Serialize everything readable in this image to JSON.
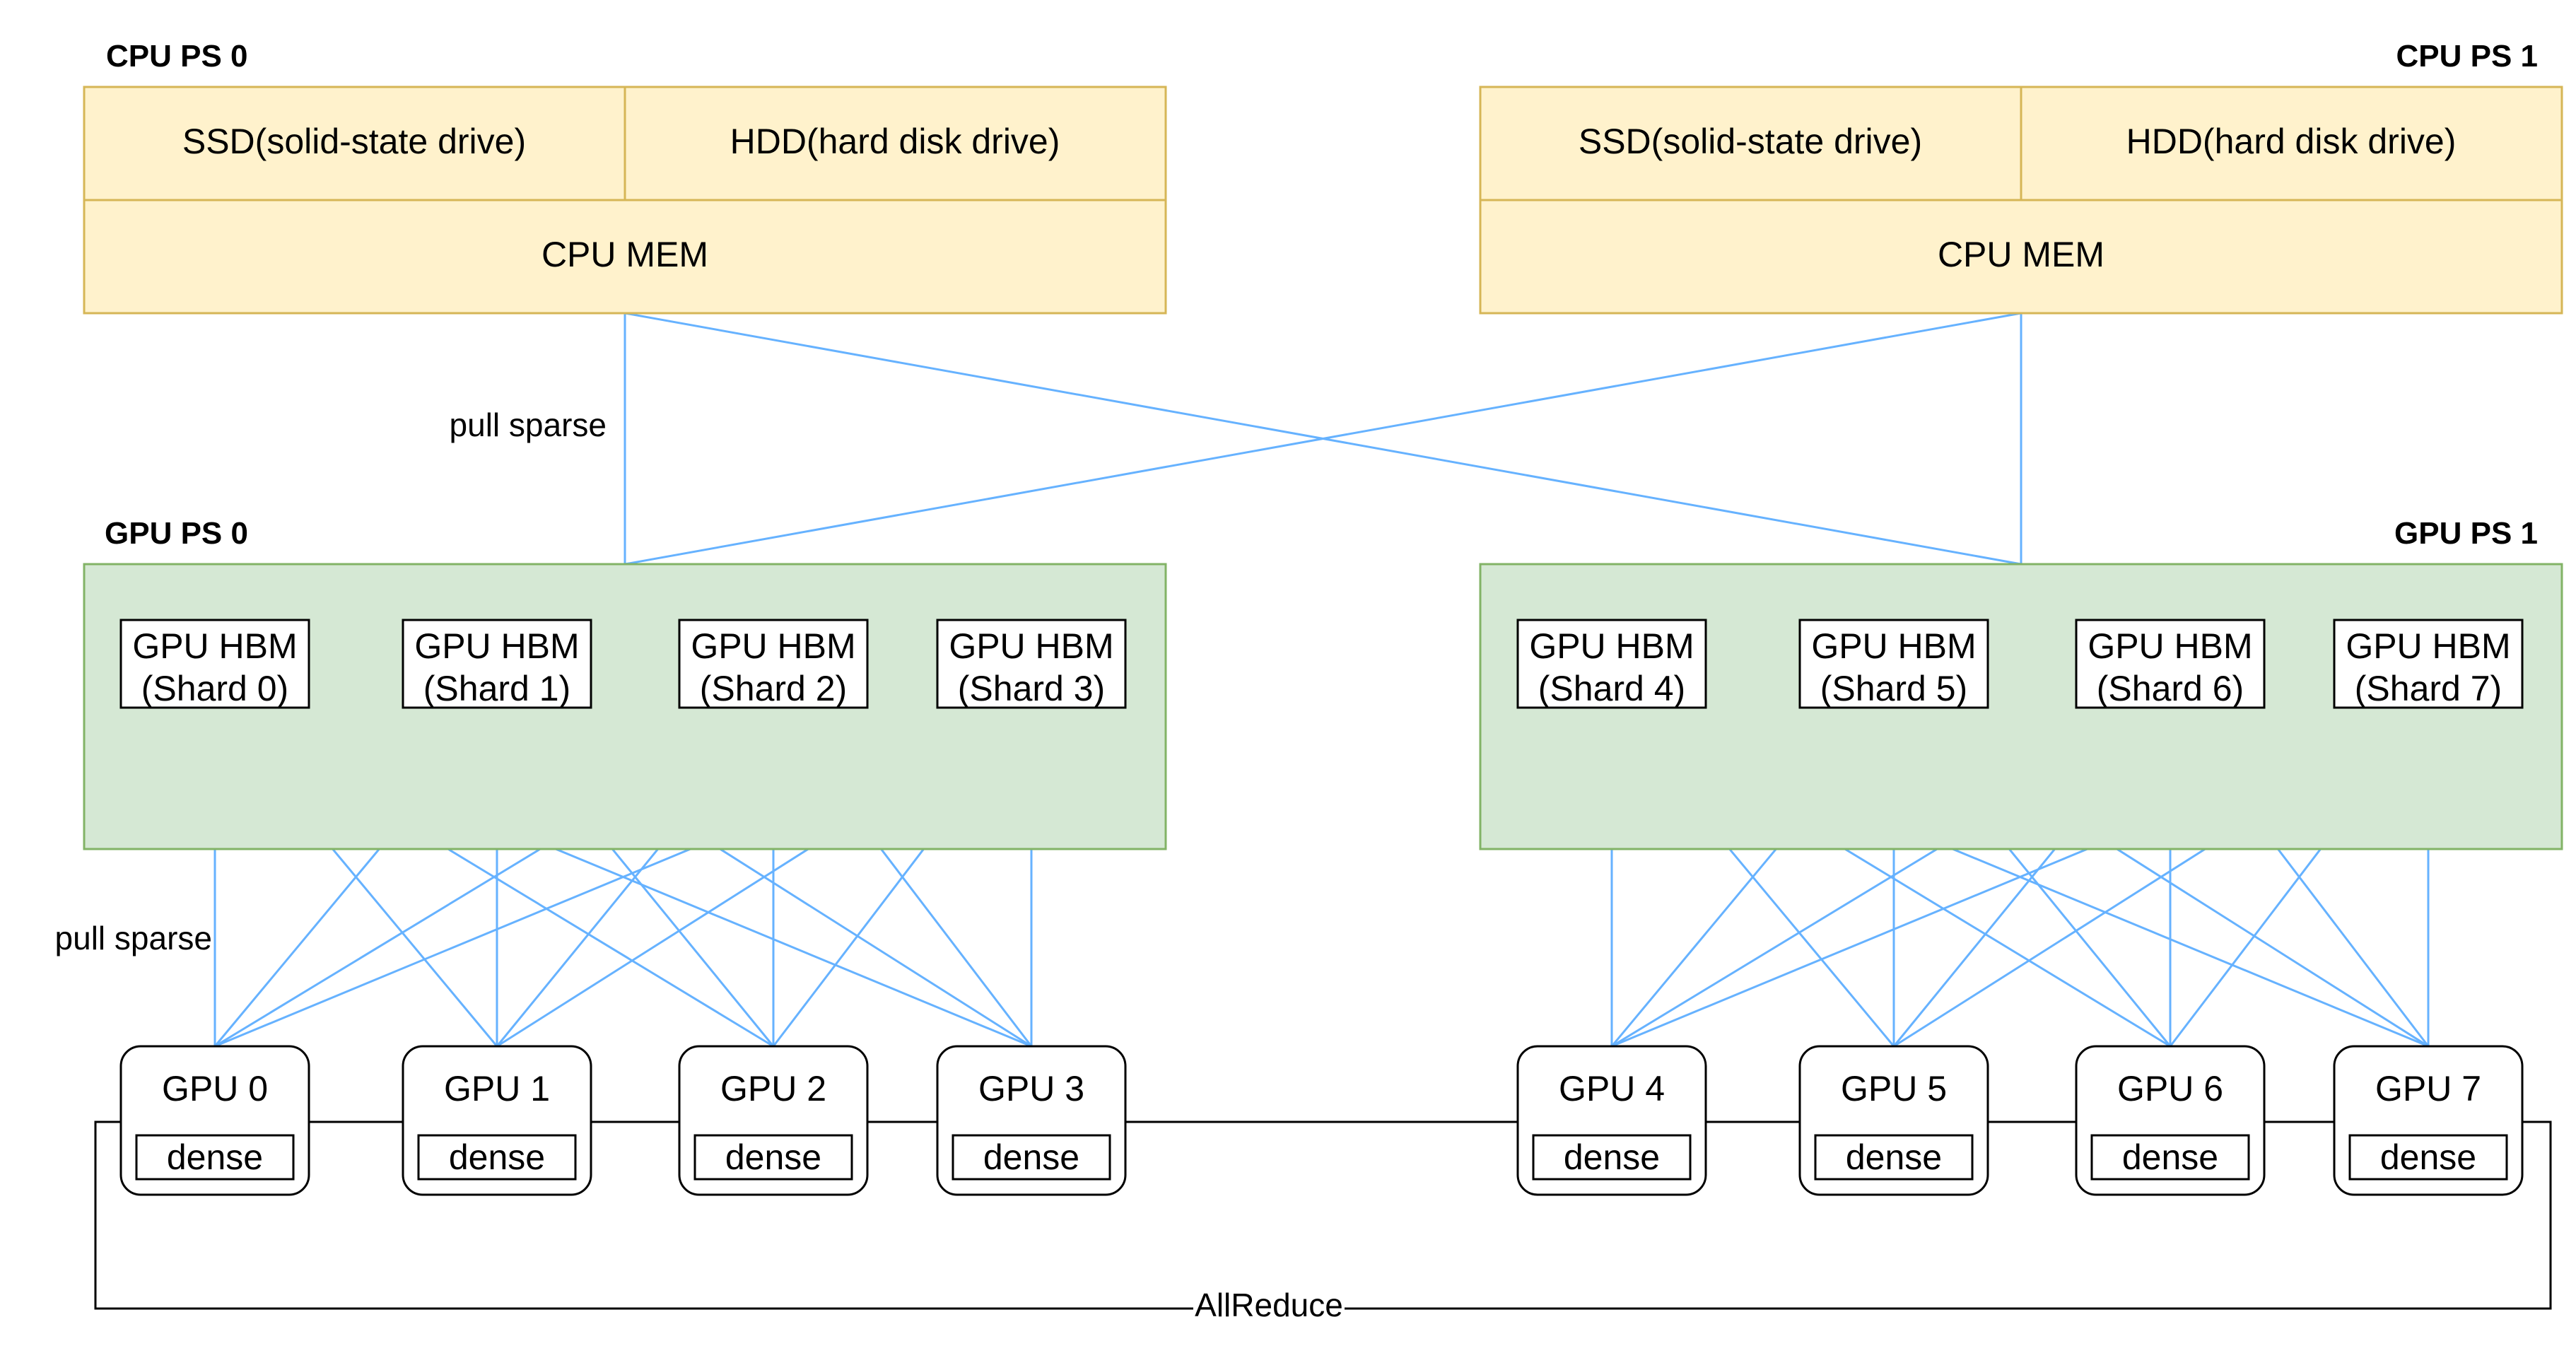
{
  "cpu_ps": [
    {
      "title": "CPU PS 0",
      "ssd": "SSD(solid-state drive)",
      "hdd": "HDD(hard disk drive)",
      "mem": "CPU MEM"
    },
    {
      "title": "CPU PS 1",
      "ssd": "SSD(solid-state drive)",
      "hdd": "HDD(hard disk drive)",
      "mem": "CPU MEM"
    }
  ],
  "gpu_ps": [
    {
      "title": "GPU PS 0"
    },
    {
      "title": "GPU PS 1"
    }
  ],
  "hbm": [
    {
      "line1": "GPU HBM",
      "line2": "(Shard 0)"
    },
    {
      "line1": "GPU HBM",
      "line2": "(Shard 1)"
    },
    {
      "line1": "GPU HBM",
      "line2": "(Shard 2)"
    },
    {
      "line1": "GPU HBM",
      "line2": "(Shard 3)"
    },
    {
      "line1": "GPU HBM",
      "line2": "(Shard 4)"
    },
    {
      "line1": "GPU HBM",
      "line2": "(Shard 5)"
    },
    {
      "line1": "GPU HBM",
      "line2": "(Shard 6)"
    },
    {
      "line1": "GPU HBM",
      "line2": "(Shard 7)"
    }
  ],
  "gpus": [
    {
      "name": "GPU 0",
      "dense": "dense"
    },
    {
      "name": "GPU 1",
      "dense": "dense"
    },
    {
      "name": "GPU 2",
      "dense": "dense"
    },
    {
      "name": "GPU 3",
      "dense": "dense"
    },
    {
      "name": "GPU 4",
      "dense": "dense"
    },
    {
      "name": "GPU 5",
      "dense": "dense"
    },
    {
      "name": "GPU 6",
      "dense": "dense"
    },
    {
      "name": "GPU 7",
      "dense": "dense"
    }
  ],
  "labels": {
    "pull_sparse_top": "pull sparse",
    "pull_sparse_bottom": "pull sparse",
    "allreduce": "AllReduce"
  },
  "colors": {
    "cpu_fill": "#fff2cc",
    "cpu_stroke": "#d6b656",
    "gpu_ps_fill": "#d5e8d4",
    "gpu_ps_stroke": "#82b366",
    "link": "#66b2ff"
  }
}
